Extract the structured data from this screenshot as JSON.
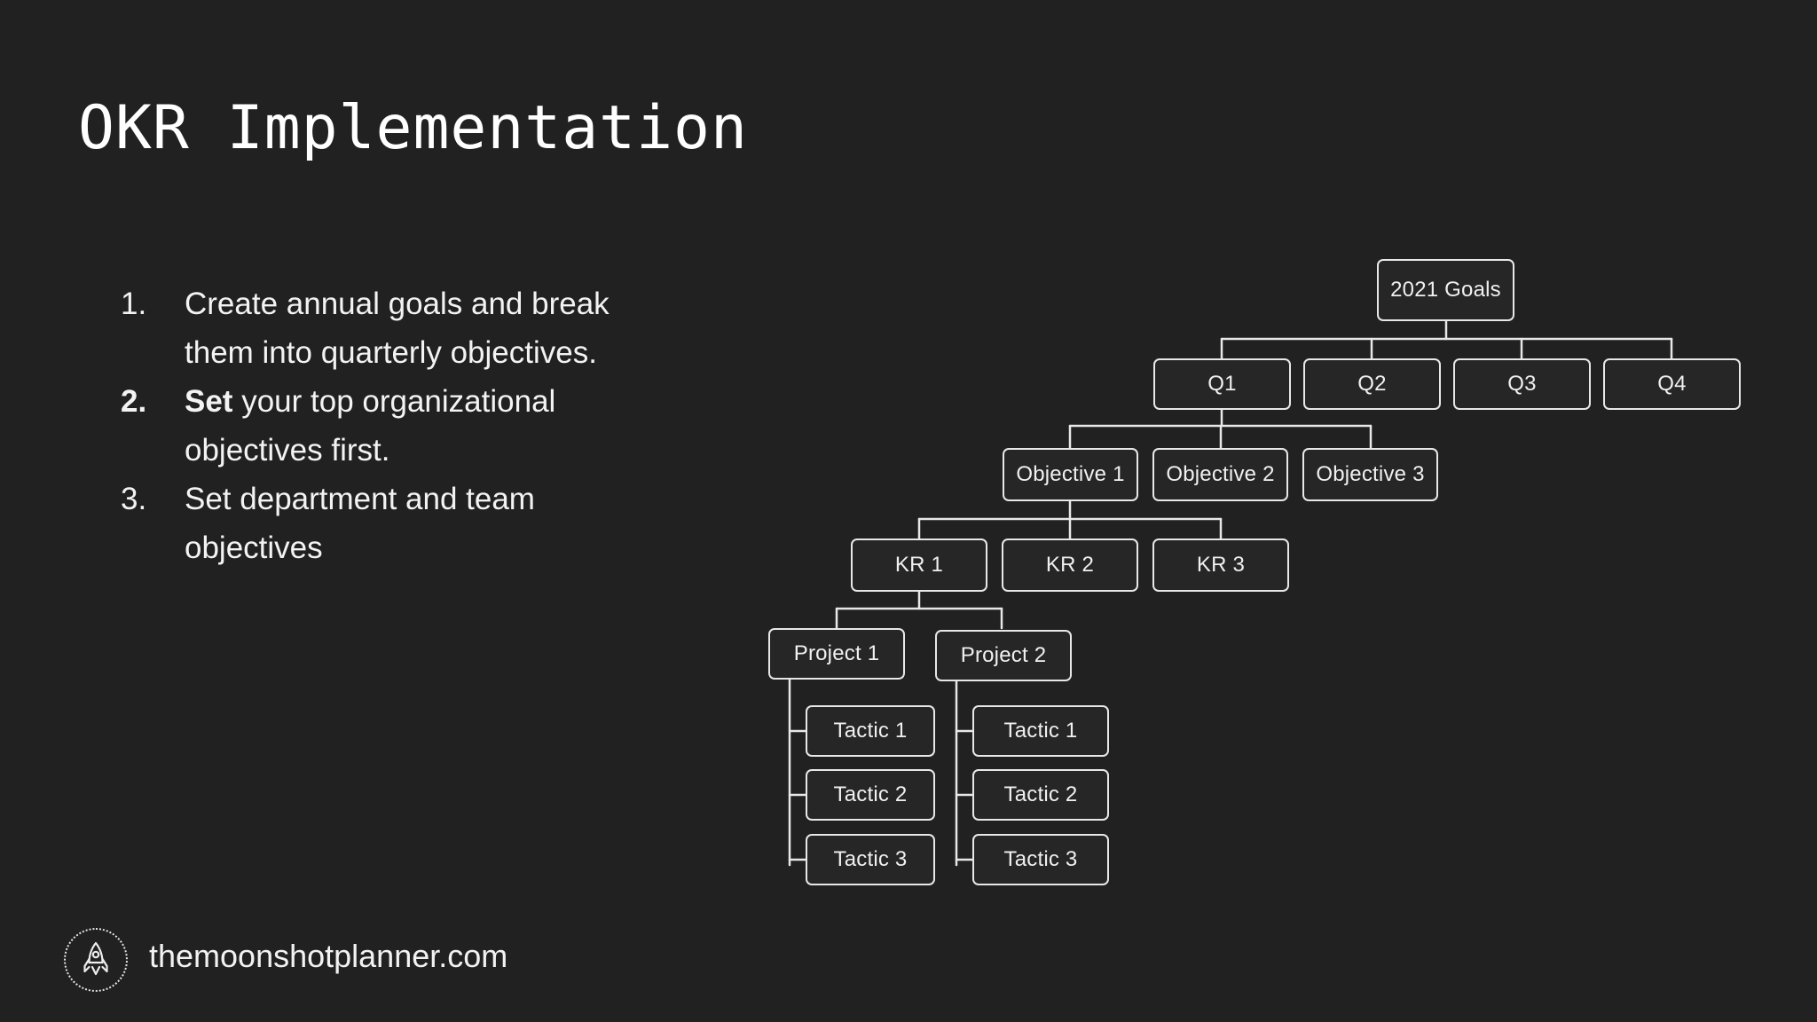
{
  "slide": {
    "title": "OKR Implementation",
    "background_color": "#212121",
    "text_color": "#ffffff"
  },
  "steps": [
    {
      "number": "1.",
      "lead": "",
      "text": "Create annual goals and break them into quarterly objectives.",
      "bold": false
    },
    {
      "number": "2.",
      "lead": "Set",
      "text": " your top organizational objectives first.",
      "bold": true
    },
    {
      "number": "3.",
      "lead": "",
      "text": "Set department and team objectives",
      "bold": false
    }
  ],
  "chart_data": {
    "type": "diagram",
    "title": "OKR cascade tree",
    "node_fill": "#262626",
    "node_border": "#e8e8e8",
    "connector_color": "#e8e8e8",
    "levels": [
      {
        "name": "goals",
        "nodes": [
          "2021 Goals"
        ]
      },
      {
        "name": "quarters",
        "nodes": [
          "Q1",
          "Q2",
          "Q3",
          "Q4"
        ]
      },
      {
        "name": "objectives",
        "nodes": [
          "Objective 1",
          "Objective 2",
          "Objective 3"
        ]
      },
      {
        "name": "key-results",
        "nodes": [
          "KR 1",
          "KR 2",
          "KR 3"
        ]
      },
      {
        "name": "projects",
        "nodes": [
          "Project 1",
          "Project 2"
        ]
      },
      {
        "name": "tactics-1",
        "nodes": [
          "Tactic 1",
          "Tactic 2",
          "Tactic 3"
        ]
      },
      {
        "name": "tactics-2",
        "nodes": [
          "Tactic 1",
          "Tactic 2",
          "Tactic 3"
        ]
      }
    ],
    "nodes": {
      "goals": "2021 Goals",
      "q1": "Q1",
      "q2": "Q2",
      "q3": "Q3",
      "q4": "Q4",
      "obj1": "Objective 1",
      "obj2": "Objective 2",
      "obj3": "Objective 3",
      "kr1": "KR 1",
      "kr2": "KR 2",
      "kr3": "KR 3",
      "proj1": "Project 1",
      "proj2": "Project 2",
      "p1t1": "Tactic 1",
      "p1t2": "Tactic 2",
      "p1t3": "Tactic 3",
      "p2t1": "Tactic 1",
      "p2t2": "Tactic 2",
      "p2t3": "Tactic 3"
    },
    "edges": [
      [
        "goals",
        "q1"
      ],
      [
        "goals",
        "q2"
      ],
      [
        "goals",
        "q3"
      ],
      [
        "goals",
        "q4"
      ],
      [
        "q1",
        "obj1"
      ],
      [
        "q1",
        "obj2"
      ],
      [
        "q1",
        "obj3"
      ],
      [
        "obj1",
        "kr1"
      ],
      [
        "obj1",
        "kr2"
      ],
      [
        "obj1",
        "kr3"
      ],
      [
        "kr1",
        "proj1"
      ],
      [
        "kr1",
        "proj2"
      ],
      [
        "proj1",
        "p1t1"
      ],
      [
        "proj1",
        "p1t2"
      ],
      [
        "proj1",
        "p1t3"
      ],
      [
        "proj2",
        "p2t1"
      ],
      [
        "proj2",
        "p2t2"
      ],
      [
        "proj2",
        "p2t3"
      ]
    ]
  },
  "footer": {
    "url": "themoonshotplanner.com",
    "logo_icon": "rocket-icon"
  }
}
